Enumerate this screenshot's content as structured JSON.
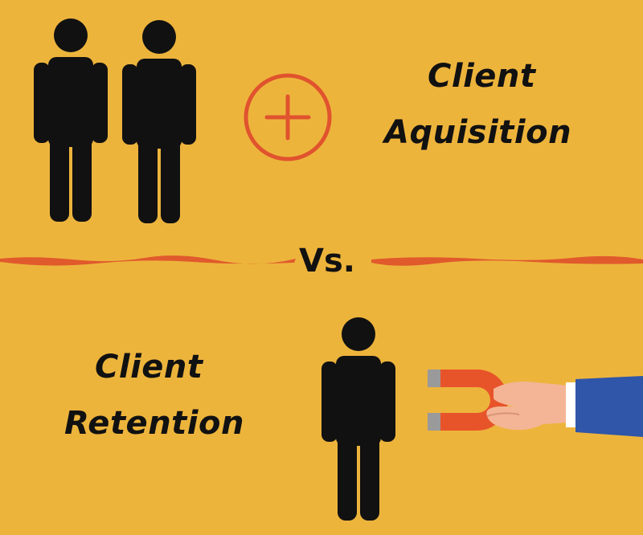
{
  "colors": {
    "background": "#EDB43C",
    "figure": "#111111",
    "accent_line": "#E05A2C",
    "plus_circle": "#E0532E",
    "magnet_body": "#E8542A",
    "magnet_tip": "#9A9A9A",
    "hand_skin": "#F3B595",
    "sleeve": "#2F56A8",
    "cuff": "#FFFFFF"
  },
  "top": {
    "title_line1": "Client",
    "title_line2": "Aquisition",
    "icons": [
      "person-icon",
      "person-icon",
      "plus-circle-icon"
    ]
  },
  "divider": {
    "label": "Vs."
  },
  "bottom": {
    "title_line1": "Client",
    "title_line2": "Retention",
    "icons": [
      "person-icon",
      "magnet-icon",
      "hand-icon"
    ]
  }
}
